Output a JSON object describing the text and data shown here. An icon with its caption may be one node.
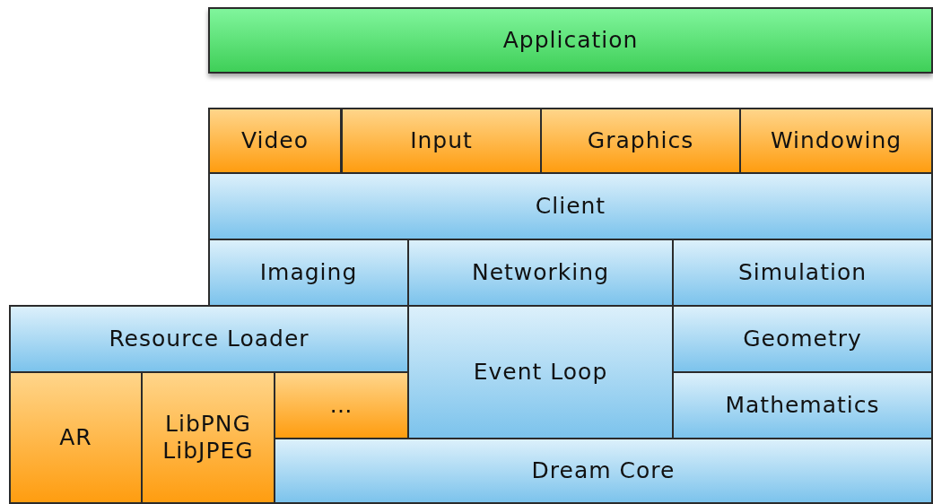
{
  "diagram": {
    "nodes": [
      {
        "text": [
          "Application"
        ]
      },
      {
        "text": [
          "Video"
        ]
      },
      {
        "text": [
          "Input"
        ]
      },
      {
        "text": [
          "Graphics"
        ]
      },
      {
        "text": [
          "Windowing"
        ]
      },
      {
        "text": [
          "Client"
        ]
      },
      {
        "text": [
          "Imaging"
        ]
      },
      {
        "text": [
          "Networking"
        ]
      },
      {
        "text": [
          "Simulation"
        ]
      },
      {
        "text": [
          "Resource Loader"
        ]
      },
      {
        "text": [
          "Event Loop"
        ]
      },
      {
        "text": [
          "Geometry"
        ]
      },
      {
        "text": [
          "AR"
        ]
      },
      {
        "text": [
          "LibPNG LibJPEG"
        ]
      },
      {
        "text": [
          "…"
        ]
      },
      {
        "text": [
          "Mathematics"
        ]
      },
      {
        "text": [
          "Dream Core"
        ]
      }
    ]
  }
}
